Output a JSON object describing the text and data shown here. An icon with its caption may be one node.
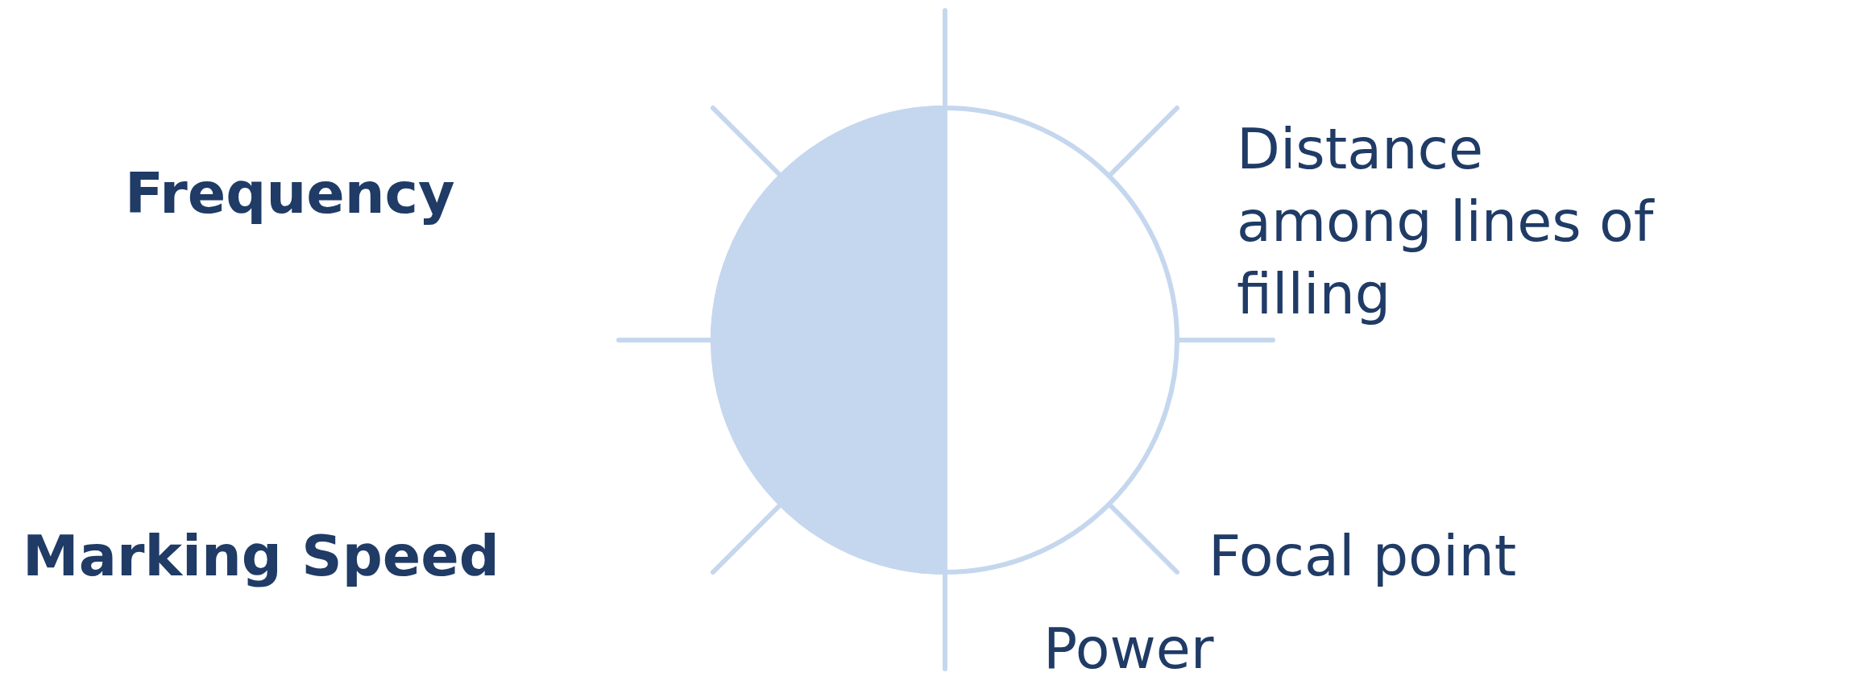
{
  "diagram": {
    "labels": [
      "Frequency",
      "Distance among lines of filling",
      "Marking Speed",
      "Focal point",
      "Power"
    ]
  }
}
